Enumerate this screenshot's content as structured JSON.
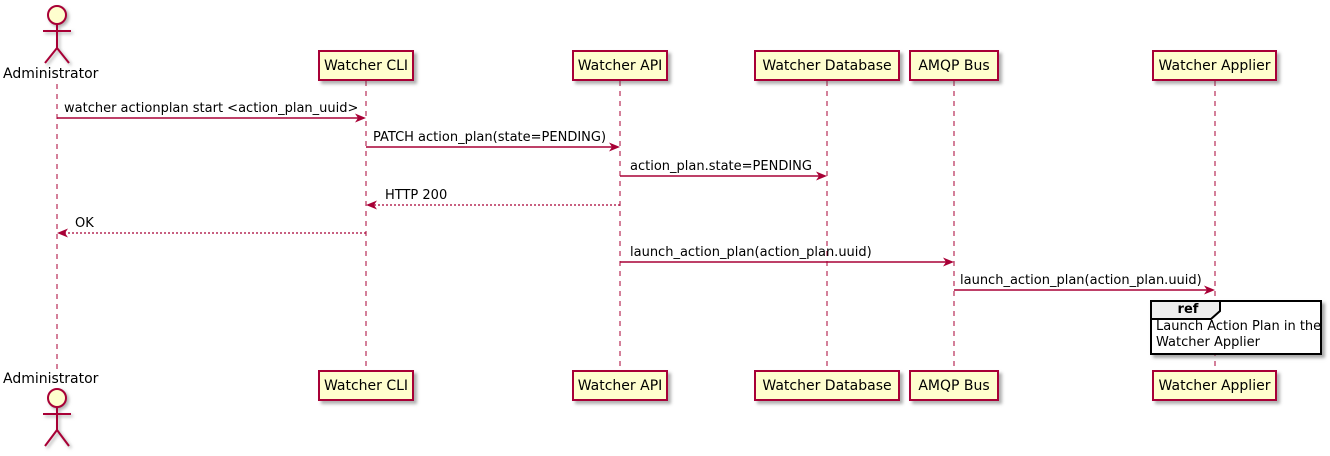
{
  "diagram": {
    "type": "uml-sequence",
    "colors": {
      "line": "#A80036",
      "participant_fill": "#FEFECE",
      "participant_border": "#A80036",
      "ref_tab_fill": "#EEEEEE",
      "ref_border": "#000000",
      "text": "#000000",
      "background": "#FFFFFF"
    },
    "actor": {
      "name": "Administrator"
    },
    "participants": [
      {
        "label": "Watcher CLI"
      },
      {
        "label": "Watcher API"
      },
      {
        "label": "Watcher Database"
      },
      {
        "label": "AMQP Bus"
      },
      {
        "label": "Watcher Applier"
      }
    ],
    "messages": [
      {
        "from": "Administrator",
        "to": "Watcher CLI",
        "label": "watcher actionplan start <action_plan_uuid>",
        "style": "solid"
      },
      {
        "from": "Watcher CLI",
        "to": "Watcher API",
        "label": "PATCH action_plan(state=PENDING)",
        "style": "solid"
      },
      {
        "from": "Watcher API",
        "to": "Watcher Database",
        "label": "action_plan.state=PENDING",
        "style": "solid"
      },
      {
        "from": "Watcher API",
        "to": "Watcher CLI",
        "label": "HTTP 200",
        "style": "dashed-return"
      },
      {
        "from": "Watcher CLI",
        "to": "Administrator",
        "label": "OK",
        "style": "dashed-return"
      },
      {
        "from": "Watcher API",
        "to": "AMQP Bus",
        "label": "launch_action_plan(action_plan.uuid)",
        "style": "solid"
      },
      {
        "from": "AMQP Bus",
        "to": "Watcher Applier",
        "label": "launch_action_plan(action_plan.uuid)",
        "style": "solid"
      }
    ],
    "ref": {
      "keyword": "ref",
      "line1": "Launch Action Plan in the",
      "line2": "Watcher Applier"
    }
  }
}
